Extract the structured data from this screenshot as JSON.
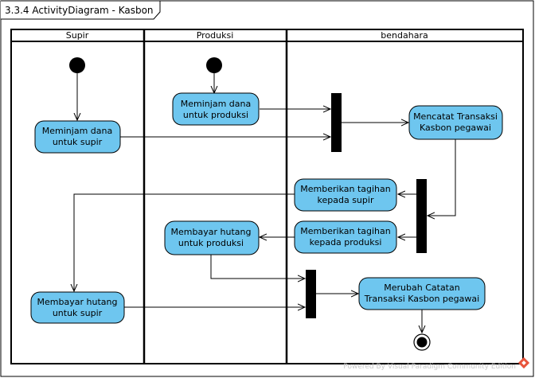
{
  "frame": {
    "title": "3.3.4 ActivityDiagram - Kasbon"
  },
  "lanes": [
    {
      "label": "Supir"
    },
    {
      "label": "Produksi"
    },
    {
      "label": "bendahara"
    }
  ],
  "actions": {
    "pinjam_produksi": [
      "Meminjam dana",
      "untuk produksi"
    ],
    "pinjam_supir": [
      "Meminjam dana",
      "untuk supir"
    ],
    "catat": [
      "Mencatat Transaksi",
      "Kasbon pegawai"
    ],
    "tagih_supir": [
      "Memberikan tagihan",
      "kepada supir"
    ],
    "tagih_produksi": [
      "Memberikan tagihan",
      "kepada produksi"
    ],
    "bayar_produksi": [
      "Membayar hutang",
      "untuk produksi"
    ],
    "bayar_supir": [
      "Membayar hutang",
      "untuk supir"
    ],
    "ubah": [
      "Merubah Catatan",
      "Transaksi Kasbon pegawai"
    ]
  },
  "watermark": "Powered By Visual Paradigm Community Edition",
  "colors": {
    "action_fill": "#6ec6ef",
    "stroke": "#000000",
    "watermark": "#c8c8c8",
    "logo": "#e8533a"
  }
}
